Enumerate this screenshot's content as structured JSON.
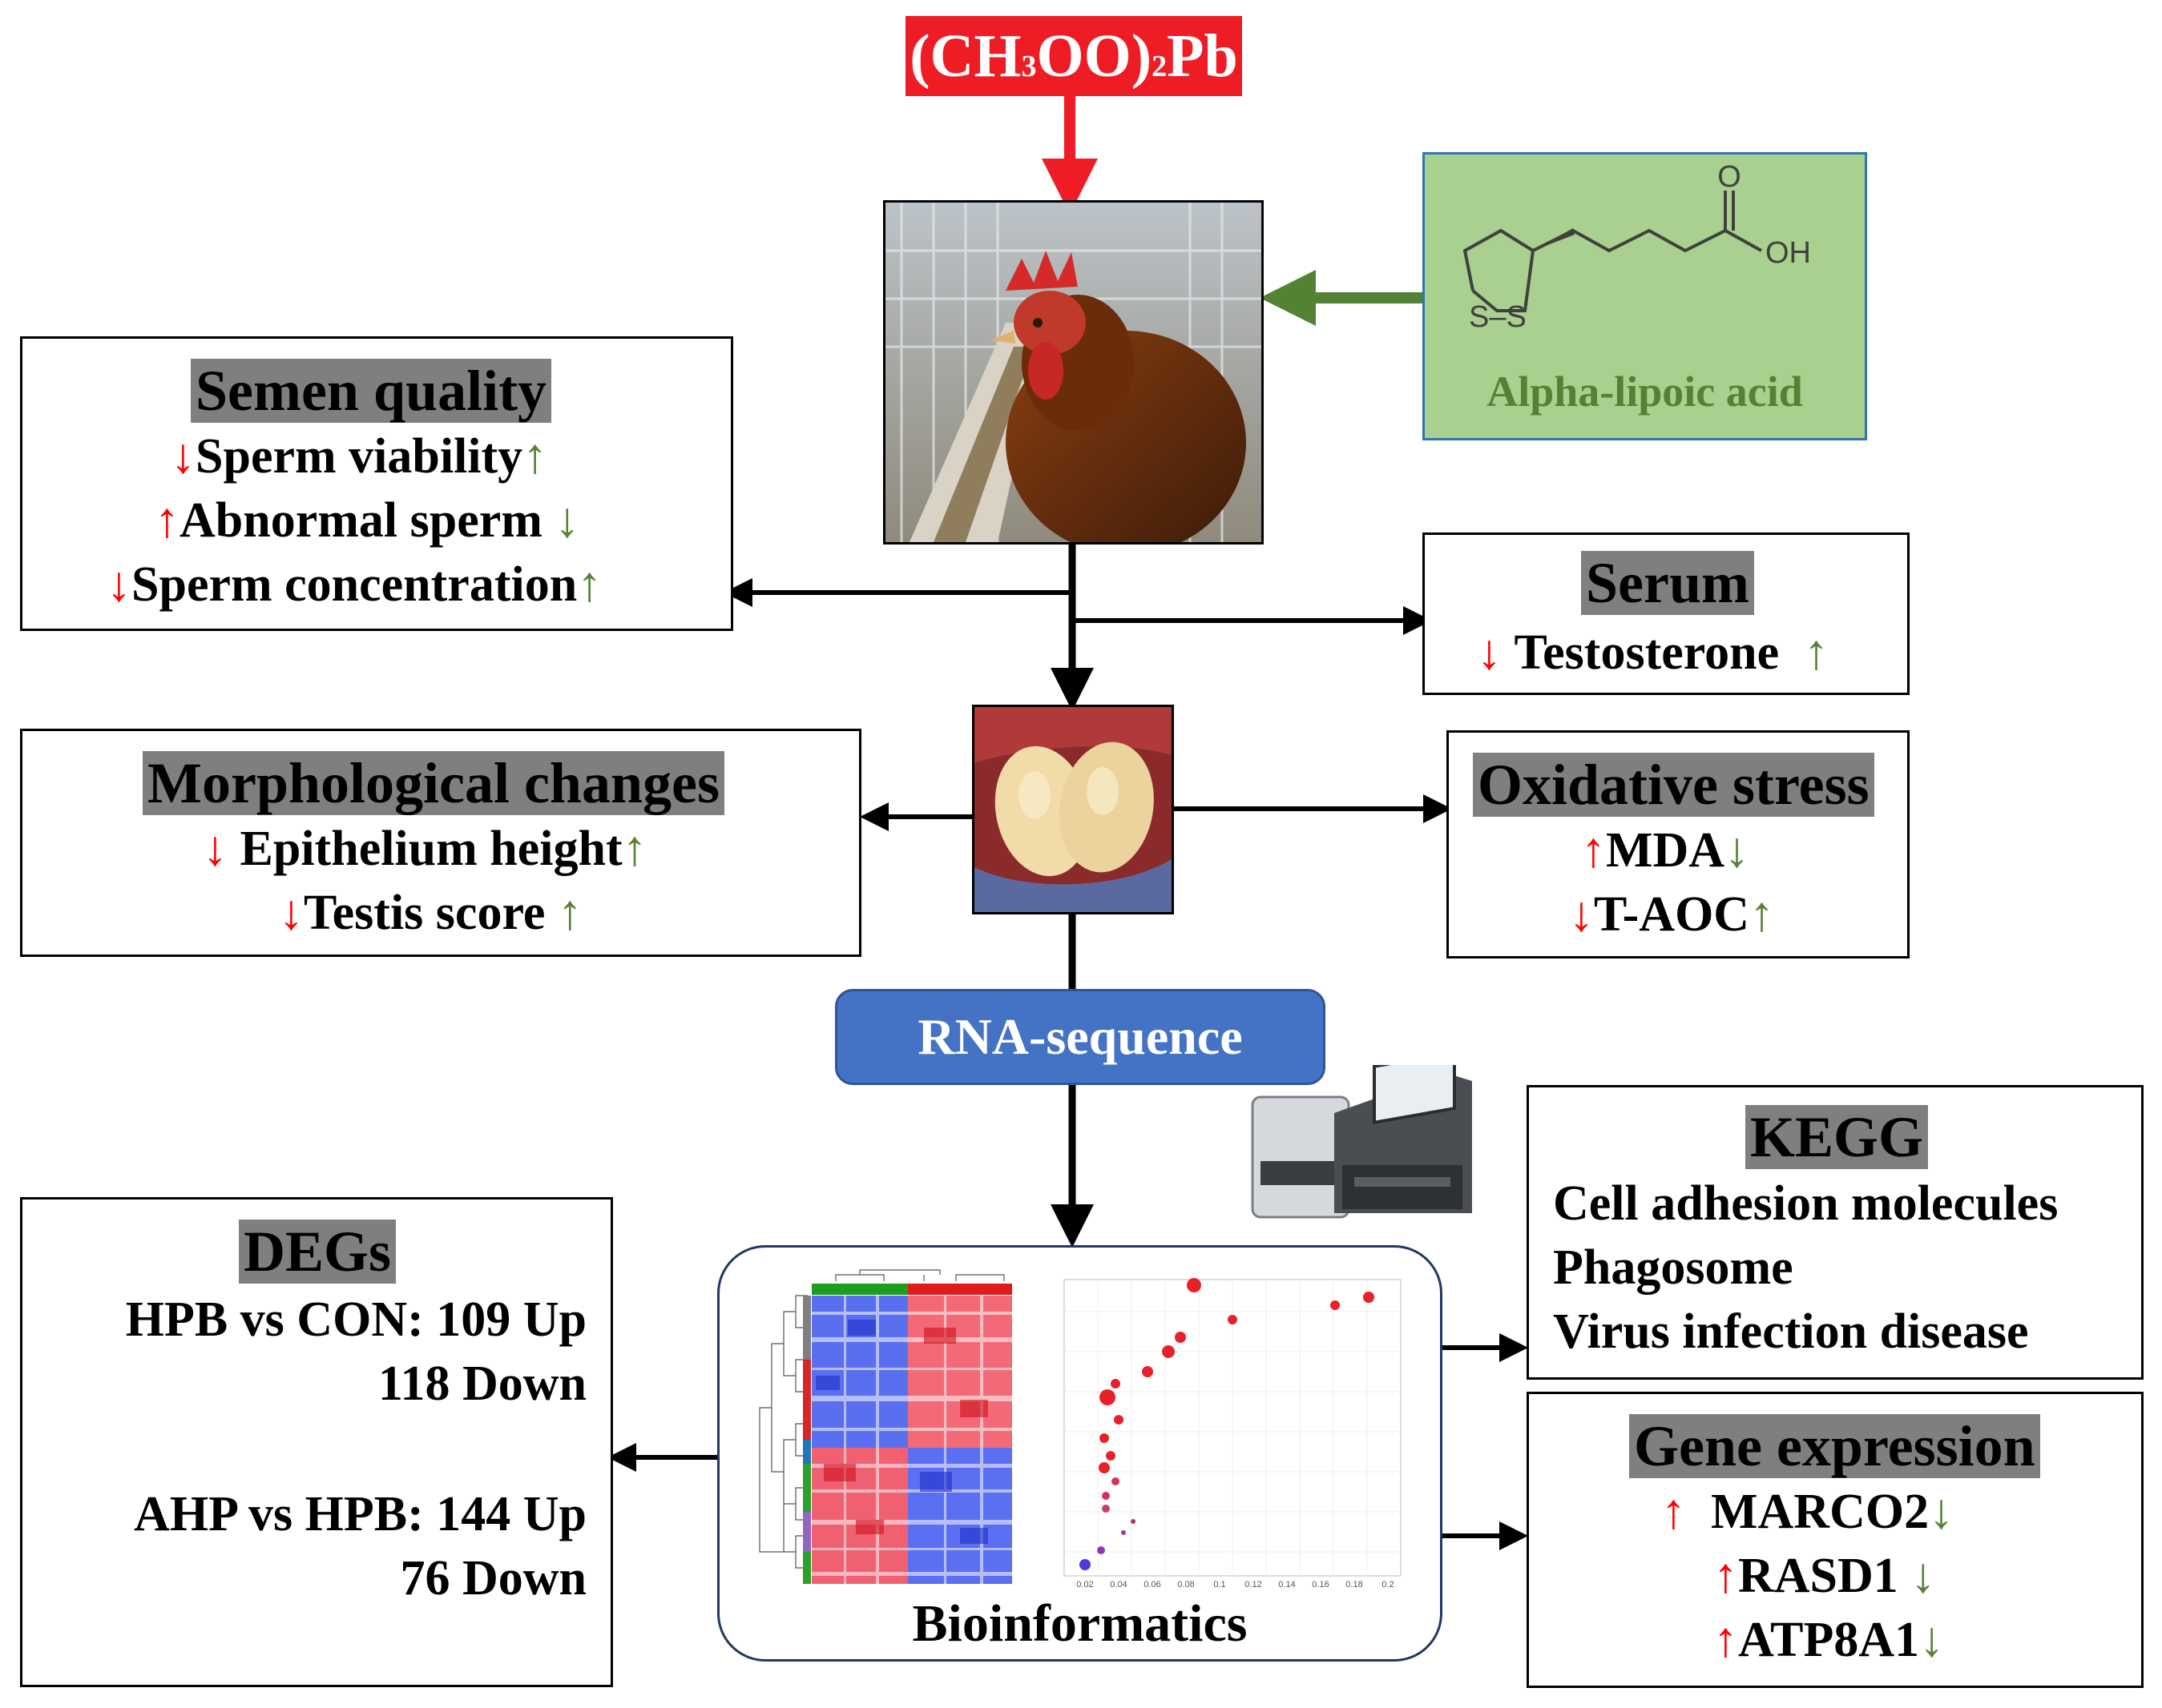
{
  "compound": {
    "label_main": "(CH",
    "sub1": "3",
    "label_mid": "OO)",
    "sub2": "2",
    "label_end": "Pb",
    "color": "#ee1c25"
  },
  "supplement": {
    "caption": "Alpha-lipoic acid",
    "formula": {
      "o": "O",
      "oh": "OH",
      "ss": "S–S"
    },
    "bg": "#a9d08e",
    "border": "#2e75b6",
    "text_color": "#548235"
  },
  "semen_quality": {
    "title": "Semen quality",
    "items": [
      {
        "label": "Sperm viability",
        "lead": "down",
        "trail": "up"
      },
      {
        "label": "Abnormal sperm",
        "lead": "up",
        "trail": "down"
      },
      {
        "label": "Sperm concentration",
        "lead": "down",
        "trail": "up"
      }
    ]
  },
  "serum": {
    "title": "Serum",
    "items": [
      {
        "label": "Testosterone",
        "lead": "down",
        "trail": "up"
      }
    ]
  },
  "morphology": {
    "title": "Morphological changes",
    "items": [
      {
        "label": "Epithelium height",
        "lead": "down",
        "trail": "up"
      },
      {
        "label": "Testis score",
        "lead": "down",
        "trail": "up"
      }
    ]
  },
  "oxidative": {
    "title": "Oxidative stress",
    "items": [
      {
        "label": "MDA",
        "lead": "up",
        "trail": "down"
      },
      {
        "label": "T-AOC",
        "lead": "down",
        "trail": "up"
      }
    ]
  },
  "rna": {
    "label": "RNA-sequence",
    "bg": "#4472c4"
  },
  "bioinformatics": {
    "label": "Bioinformatics",
    "dot_axis_ticks": [
      "0.02",
      "0.04",
      "0.06",
      "0.08",
      "0.1",
      "0.12",
      "0.14",
      "0.16",
      "0.18",
      "0.2"
    ]
  },
  "kegg": {
    "title": "KEGG",
    "items": [
      "Cell adhesion molecules",
      "Phagosome",
      "Virus infection disease"
    ]
  },
  "degs": {
    "title": "DEGs",
    "lines": [
      "HPB vs CON: 109 Up",
      "118 Down",
      "AHP vs HPB: 144 Up",
      "76 Down"
    ]
  },
  "gene_expression": {
    "title": "Gene expression",
    "items": [
      {
        "label": "MARCO2",
        "lead": "up",
        "trail": "down"
      },
      {
        "label": "RASD1",
        "lead": "up",
        "trail": "down"
      },
      {
        "label": "ATP8A1",
        "lead": "up",
        "trail": "down"
      }
    ]
  },
  "colors": {
    "red_arrow": "#ff0000",
    "green_arrow": "#548235",
    "header_bg": "#7f7f7f"
  }
}
